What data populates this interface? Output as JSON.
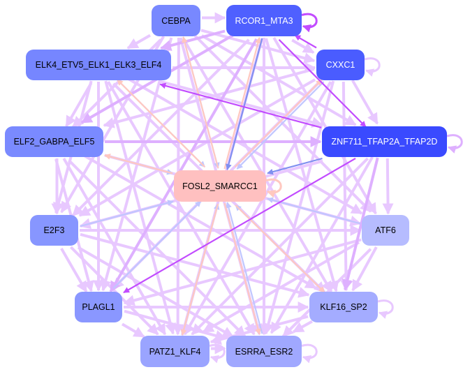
{
  "nodes": [
    {
      "id": "CEBPA",
      "label": "CEBPA",
      "color": "#7888ff",
      "text": "dark"
    },
    {
      "id": "RCOR1_MTA3",
      "label": "RCOR1_MTA3",
      "color": "#4f60ff",
      "text": "light"
    },
    {
      "id": "ELK4",
      "label": "ELK4_ETV5_ELK1_ELK3_ELF4",
      "color": "#7686ff",
      "text": "dark"
    },
    {
      "id": "CXXC1",
      "label": "CXXC1",
      "color": "#4a5cff",
      "text": "light"
    },
    {
      "id": "ELF2",
      "label": "ELF2_GABPA_ELF5",
      "color": "#7a8aff",
      "text": "dark"
    },
    {
      "id": "ZNF711",
      "label": "ZNF711_TFAP2A_TFAP2D",
      "color": "#3a4aff",
      "text": "light"
    },
    {
      "id": "FOSL2",
      "label": "FOSL2_SMARCC1",
      "color": "#ffc0c0",
      "text": "dark"
    },
    {
      "id": "E2F3",
      "label": "E2F3",
      "color": "#8796ff",
      "text": "dark"
    },
    {
      "id": "ATF6",
      "label": "ATF6",
      "color": "#b6bcff",
      "text": "dark"
    },
    {
      "id": "PLAGL1",
      "label": "PLAGL1",
      "color": "#8a97ff",
      "text": "dark"
    },
    {
      "id": "KLF16",
      "label": "KLF16_SP2",
      "color": "#a4acff",
      "text": "dark"
    },
    {
      "id": "PATZ1",
      "label": "PATZ1_KLF4",
      "color": "#9aa4ff",
      "text": "dark"
    },
    {
      "id": "ESRRA",
      "label": "ESRRA_ESR2",
      "color": "#a0a8ff",
      "text": "dark"
    }
  ],
  "edge_colors": {
    "light": "#e8c8ff",
    "mid": "#deb0ff",
    "dark": "#c24cff",
    "blue": "#c0c6ff",
    "blue_dark": "#8090f0",
    "salmon": "#ffc8c0"
  },
  "edges": [
    [
      0,
      1,
      "light"
    ],
    [
      0,
      2,
      "light"
    ],
    [
      0,
      3,
      "light"
    ],
    [
      0,
      4,
      "light"
    ],
    [
      0,
      5,
      "light"
    ],
    [
      0,
      7,
      "light"
    ],
    [
      0,
      8,
      "light"
    ],
    [
      0,
      9,
      "light"
    ],
    [
      0,
      10,
      "light"
    ],
    [
      0,
      11,
      "light"
    ],
    [
      0,
      12,
      "light"
    ],
    [
      1,
      2,
      "mid"
    ],
    [
      1,
      3,
      "light"
    ],
    [
      1,
      4,
      "mid"
    ],
    [
      1,
      7,
      "light"
    ],
    [
      1,
      8,
      "light"
    ],
    [
      1,
      9,
      "mid"
    ],
    [
      1,
      10,
      "light"
    ],
    [
      1,
      11,
      "light"
    ],
    [
      1,
      12,
      "light"
    ],
    [
      2,
      3,
      "light"
    ],
    [
      2,
      4,
      "light"
    ],
    [
      2,
      5,
      "light"
    ],
    [
      2,
      7,
      "light"
    ],
    [
      2,
      8,
      "light"
    ],
    [
      2,
      9,
      "light"
    ],
    [
      2,
      10,
      "light"
    ],
    [
      2,
      11,
      "light"
    ],
    [
      2,
      12,
      "light"
    ],
    [
      3,
      1,
      "dark"
    ],
    [
      3,
      4,
      "light"
    ],
    [
      3,
      5,
      "light"
    ],
    [
      3,
      7,
      "light"
    ],
    [
      3,
      9,
      "light"
    ],
    [
      3,
      10,
      "light"
    ],
    [
      3,
      11,
      "light"
    ],
    [
      3,
      12,
      "light"
    ],
    [
      4,
      5,
      "mid"
    ],
    [
      4,
      7,
      "light"
    ],
    [
      4,
      8,
      "light"
    ],
    [
      4,
      9,
      "light"
    ],
    [
      4,
      10,
      "light"
    ],
    [
      4,
      11,
      "light"
    ],
    [
      4,
      12,
      "light"
    ],
    [
      5,
      2,
      "dark"
    ],
    [
      5,
      9,
      "dark"
    ],
    [
      5,
      8,
      "light"
    ],
    [
      5,
      10,
      "mid"
    ],
    [
      5,
      11,
      "light"
    ],
    [
      5,
      12,
      "light"
    ],
    [
      5,
      7,
      "light"
    ],
    [
      1,
      5,
      "dark"
    ],
    [
      7,
      8,
      "light"
    ],
    [
      7,
      9,
      "light"
    ],
    [
      7,
      10,
      "light"
    ],
    [
      7,
      11,
      "light"
    ],
    [
      7,
      12,
      "light"
    ],
    [
      8,
      9,
      "light"
    ],
    [
      8,
      10,
      "light"
    ],
    [
      8,
      11,
      "light"
    ],
    [
      8,
      12,
      "light"
    ],
    [
      9,
      10,
      "light"
    ],
    [
      9,
      11,
      "light"
    ],
    [
      9,
      12,
      "light"
    ],
    [
      10,
      11,
      "light"
    ],
    [
      10,
      12,
      "light"
    ],
    [
      11,
      12,
      "light"
    ],
    [
      2,
      6,
      "blue"
    ],
    [
      1,
      6,
      "blue_dark"
    ],
    [
      3,
      6,
      "blue"
    ],
    [
      5,
      6,
      "blue_dark"
    ],
    [
      7,
      6,
      "blue"
    ],
    [
      9,
      6,
      "blue"
    ],
    [
      8,
      6,
      "blue"
    ],
    [
      12,
      6,
      "blue"
    ],
    [
      0,
      6,
      "blue"
    ],
    [
      4,
      6,
      "blue"
    ],
    [
      11,
      6,
      "blue"
    ],
    [
      10,
      6,
      "blue"
    ],
    [
      6,
      1,
      "salmon"
    ],
    [
      6,
      2,
      "salmon"
    ],
    [
      6,
      3,
      "salmon"
    ],
    [
      6,
      4,
      "salmon"
    ],
    [
      6,
      10,
      "salmon"
    ],
    [
      6,
      11,
      "salmon"
    ],
    [
      6,
      12,
      "salmon"
    ],
    [
      6,
      0,
      "salmon"
    ]
  ],
  "self_loops": [
    [
      1,
      "dark"
    ],
    [
      3,
      "light"
    ],
    [
      5,
      "mid"
    ],
    [
      6,
      "salmon"
    ],
    [
      10,
      "light"
    ],
    [
      11,
      "light"
    ],
    [
      12,
      "light"
    ]
  ]
}
